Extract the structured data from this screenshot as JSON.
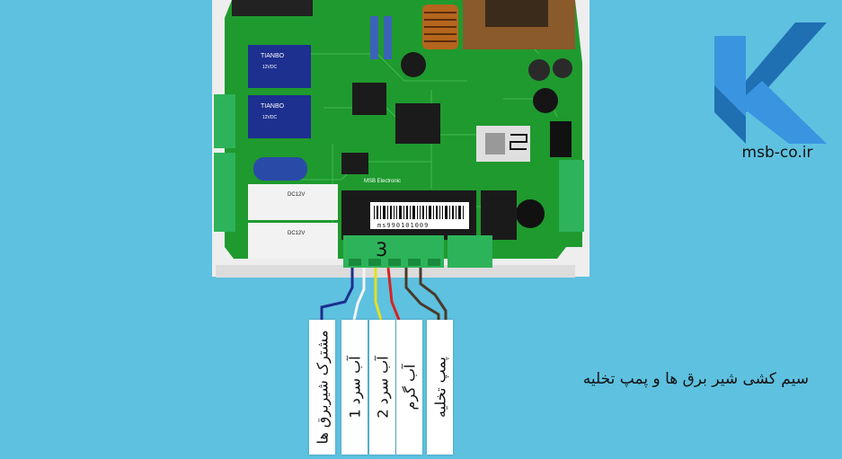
{
  "brand": {
    "site": "msb-co.ir",
    "colors": {
      "logo_dark": "#1f6fb3",
      "logo_light": "#3a94e0",
      "background": "#5ec1e0",
      "board": "#1f9a2e"
    }
  },
  "caption": "سیم کشی شیر برق ها و پمپ تخلیه",
  "connector": {
    "number": "3"
  },
  "board": {
    "relay_brand": "TIANBO",
    "relay_text": "12VDC",
    "small_relay_text": "DC12V",
    "label_text": "MSB Electronic",
    "barcode_number": "ms990101009"
  },
  "wires": [
    {
      "label": "مشترک شیربرق ها",
      "color": "#1d2f8f"
    },
    {
      "label": "آب سرد 1",
      "color": "#f4f4f4"
    },
    {
      "label": "آب سرد 2",
      "color": "#e6e01e"
    },
    {
      "label": "آب گرم",
      "color": "#d62424"
    },
    {
      "label": "پمپ تخلیه",
      "color": "#4a3a2a"
    }
  ]
}
